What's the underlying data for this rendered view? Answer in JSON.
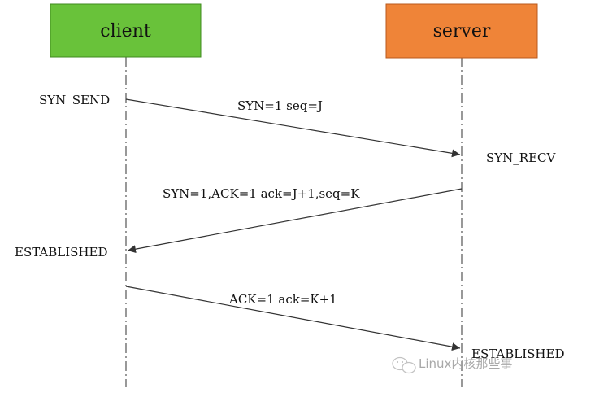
{
  "participants": {
    "client": {
      "label": "client",
      "fill": "#69c23a",
      "stroke": "#3f8a1f"
    },
    "server": {
      "label": "server",
      "fill": "#ef8438",
      "stroke": "#b8591c"
    }
  },
  "states": {
    "client_syn_send": "SYN_SEND",
    "server_syn_recv": "SYN_RECV",
    "client_established": "ESTABLISHED",
    "server_established": "ESTABLISHED"
  },
  "messages": [
    {
      "label": "SYN=1 seq=J",
      "from": "client",
      "to": "server"
    },
    {
      "label": "SYN=1,ACK=1 ack=J+1,seq=K",
      "from": "server",
      "to": "client"
    },
    {
      "label": "ACK=1 ack=K+1",
      "from": "client",
      "to": "server"
    }
  ],
  "watermark": "Linux内核那些事",
  "colors": {
    "lifeline": "#555555",
    "arrow": "#333333",
    "text": "#111111"
  }
}
